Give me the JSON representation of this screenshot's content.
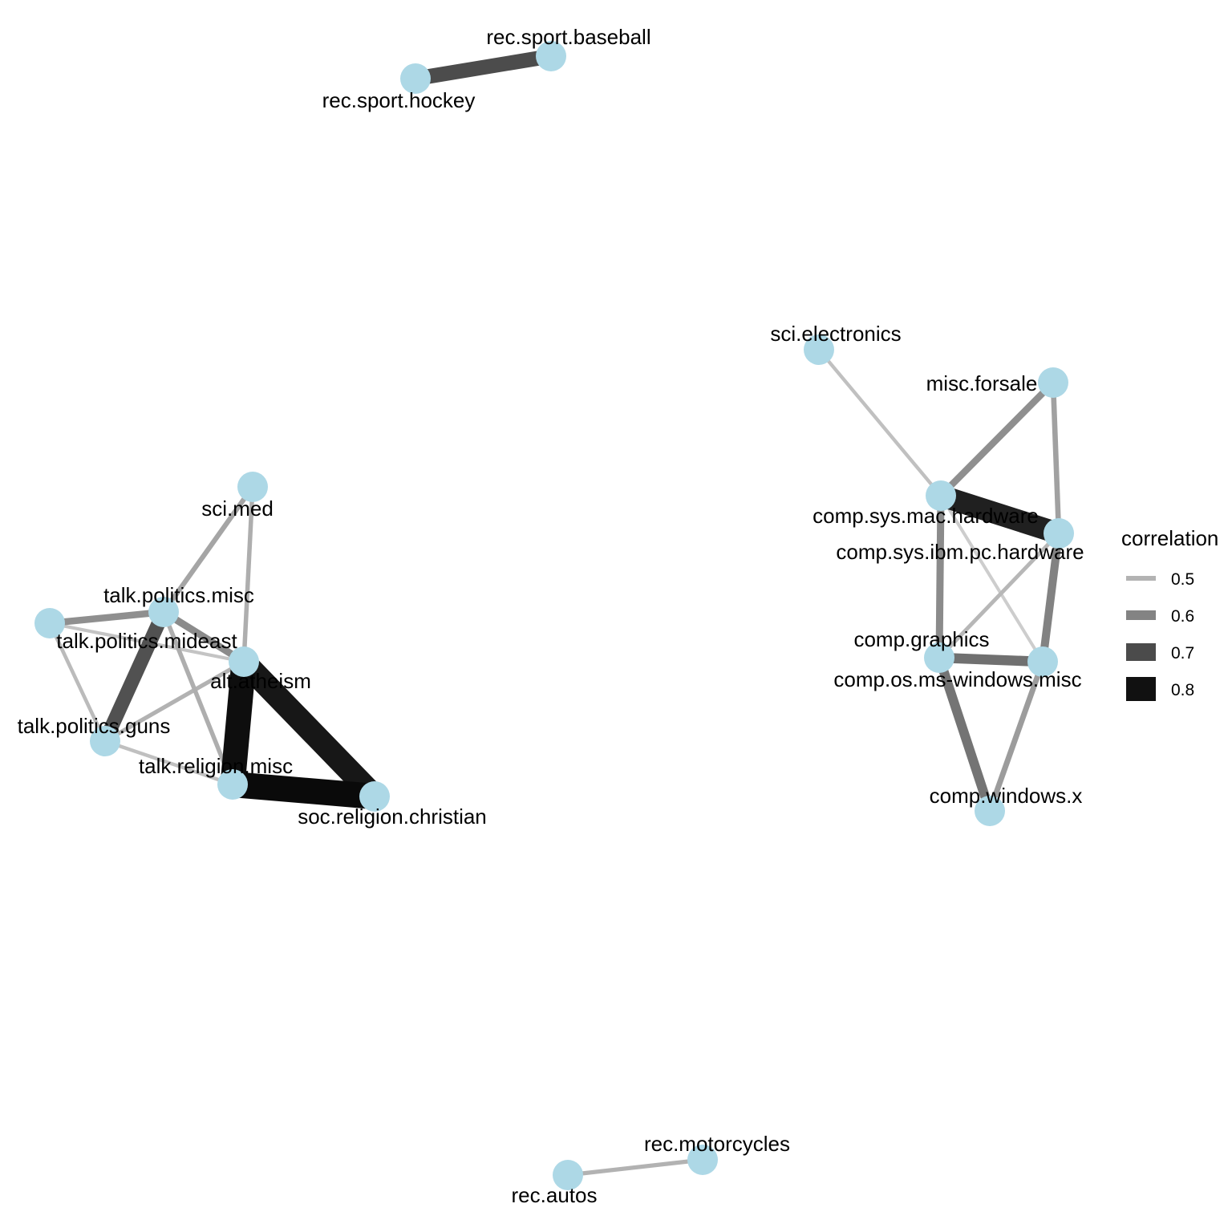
{
  "graph": {
    "node_color": "#add8e6",
    "nodes": [
      {
        "id": "rec.sport.baseball",
        "label": "rec.sport.baseball"
      },
      {
        "id": "rec.sport.hockey",
        "label": "rec.sport.hockey"
      },
      {
        "id": "sci.electronics",
        "label": "sci.electronics"
      },
      {
        "id": "misc.forsale",
        "label": "misc.forsale"
      },
      {
        "id": "comp.sys.mac.hardware",
        "label": "comp.sys.mac.hardware"
      },
      {
        "id": "comp.sys.ibm.pc.hardware",
        "label": "comp.sys.ibm.pc.hardware"
      },
      {
        "id": "comp.graphics",
        "label": "comp.graphics"
      },
      {
        "id": "comp.os.ms-windows.misc",
        "label": "comp.os.ms-windows.misc"
      },
      {
        "id": "comp.windows.x",
        "label": "comp.windows.x"
      },
      {
        "id": "sci.med",
        "label": "sci.med"
      },
      {
        "id": "talk.politics.misc",
        "label": "talk.politics.misc"
      },
      {
        "id": "talk.politics.mideast",
        "label": "talk.politics.mideast"
      },
      {
        "id": "alt.atheism",
        "label": "alt.atheism"
      },
      {
        "id": "talk.politics.guns",
        "label": "talk.politics.guns"
      },
      {
        "id": "talk.religion.misc",
        "label": "talk.religion.misc"
      },
      {
        "id": "soc.religion.christian",
        "label": "soc.religion.christian"
      },
      {
        "id": "rec.motorcycles",
        "label": "rec.motorcycles"
      },
      {
        "id": "rec.autos",
        "label": "rec.autos"
      }
    ],
    "edges": [
      {
        "source": "rec.sport.hockey",
        "target": "rec.sport.baseball",
        "correlation": 0.72
      },
      {
        "source": "rec.autos",
        "target": "rec.motorcycles",
        "correlation": 0.49
      },
      {
        "source": "sci.electronics",
        "target": "comp.sys.mac.hardware",
        "correlation": 0.46
      },
      {
        "source": "misc.forsale",
        "target": "comp.sys.mac.hardware",
        "correlation": 0.57
      },
      {
        "source": "misc.forsale",
        "target": "comp.sys.ibm.pc.hardware",
        "correlation": 0.53
      },
      {
        "source": "comp.sys.mac.hardware",
        "target": "comp.sys.ibm.pc.hardware",
        "correlation": 0.82
      },
      {
        "source": "comp.sys.mac.hardware",
        "target": "comp.graphics",
        "correlation": 0.58
      },
      {
        "source": "comp.sys.mac.hardware",
        "target": "comp.os.ms-windows.misc",
        "correlation": 0.43
      },
      {
        "source": "comp.sys.ibm.pc.hardware",
        "target": "comp.graphics",
        "correlation": 0.48
      },
      {
        "source": "comp.sys.ibm.pc.hardware",
        "target": "comp.os.ms-windows.misc",
        "correlation": 0.6
      },
      {
        "source": "comp.graphics",
        "target": "comp.os.ms-windows.misc",
        "correlation": 0.64
      },
      {
        "source": "comp.graphics",
        "target": "comp.windows.x",
        "correlation": 0.63
      },
      {
        "source": "comp.os.ms-windows.misc",
        "target": "comp.windows.x",
        "correlation": 0.54
      },
      {
        "source": "sci.med",
        "target": "talk.politics.misc",
        "correlation": 0.52
      },
      {
        "source": "sci.med",
        "target": "alt.atheism",
        "correlation": 0.5
      },
      {
        "source": "talk.politics.mideast",
        "target": "talk.politics.misc",
        "correlation": 0.57
      },
      {
        "source": "talk.politics.mideast",
        "target": "alt.atheism",
        "correlation": 0.45
      },
      {
        "source": "talk.politics.mideast",
        "target": "talk.politics.guns",
        "correlation": 0.47
      },
      {
        "source": "talk.politics.misc",
        "target": "alt.atheism",
        "correlation": 0.58
      },
      {
        "source": "talk.politics.misc",
        "target": "talk.politics.guns",
        "correlation": 0.71
      },
      {
        "source": "talk.politics.misc",
        "target": "talk.religion.misc",
        "correlation": 0.5
      },
      {
        "source": "alt.atheism",
        "target": "talk.politics.guns",
        "correlation": 0.49
      },
      {
        "source": "alt.atheism",
        "target": "talk.religion.misc",
        "correlation": 0.86
      },
      {
        "source": "alt.atheism",
        "target": "soc.religion.christian",
        "correlation": 0.84
      },
      {
        "source": "talk.politics.guns",
        "target": "talk.religion.misc",
        "correlation": 0.46
      },
      {
        "source": "talk.religion.misc",
        "target": "soc.religion.christian",
        "correlation": 0.87
      }
    ]
  },
  "legend": {
    "title": "correlation",
    "items": [
      {
        "label": "0.5",
        "value": 0.5,
        "color": "#b3b3b3"
      },
      {
        "label": "0.6",
        "value": 0.6,
        "color": "#838383"
      },
      {
        "label": "0.7",
        "value": 0.7,
        "color": "#4b4b4b"
      },
      {
        "label": "0.8",
        "value": 0.8,
        "color": "#111111"
      }
    ]
  }
}
